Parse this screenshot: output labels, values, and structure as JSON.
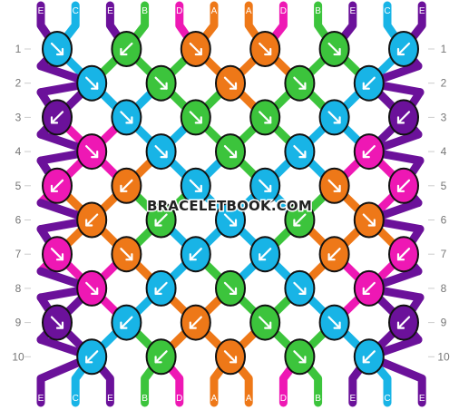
{
  "colors": {
    "E": "#6b119a",
    "C": "#18b4e6",
    "B": "#3cc43c",
    "D": "#ee18b4",
    "A": "#ee7818"
  },
  "strings_top": [
    "E",
    "C",
    "E",
    "B",
    "D",
    "A",
    "A",
    "D",
    "B",
    "E",
    "C",
    "E"
  ],
  "strings_bottom": [
    "E",
    "C",
    "E",
    "B",
    "D",
    "A",
    "A",
    "D",
    "B",
    "E",
    "C",
    "E"
  ],
  "row_labels": [
    "1",
    "2",
    "3",
    "4",
    "5",
    "6",
    "7",
    "8",
    "9",
    "10"
  ],
  "watermark": "BRACELETBOOK.COM",
  "knots": [
    [
      {
        "c": "C",
        "d": "se"
      },
      {
        "c": "B",
        "d": "sw"
      },
      {
        "c": "A",
        "d": "se"
      },
      {
        "c": "A",
        "d": "se"
      },
      {
        "c": "B",
        "d": "se"
      },
      {
        "c": "C",
        "d": "sw"
      }
    ],
    [
      {
        "c": "C",
        "d": "se"
      },
      {
        "c": "B",
        "d": "se"
      },
      {
        "c": "A",
        "d": "se"
      },
      {
        "c": "B",
        "d": "se"
      },
      {
        "c": "C",
        "d": "sw"
      }
    ],
    [
      {
        "c": "E",
        "d": "sw"
      },
      {
        "c": "C",
        "d": "se"
      },
      {
        "c": "B",
        "d": "se"
      },
      {
        "c": "B",
        "d": "se"
      },
      {
        "c": "C",
        "d": "se"
      },
      {
        "c": "E",
        "d": "sw"
      }
    ],
    [
      {
        "c": "D",
        "d": "se"
      },
      {
        "c": "C",
        "d": "se"
      },
      {
        "c": "B",
        "d": "se"
      },
      {
        "c": "C",
        "d": "se"
      },
      {
        "c": "D",
        "d": "sw"
      }
    ],
    [
      {
        "c": "D",
        "d": "sw"
      },
      {
        "c": "A",
        "d": "sw"
      },
      {
        "c": "C",
        "d": "se"
      },
      {
        "c": "C",
        "d": "se"
      },
      {
        "c": "A",
        "d": "se"
      },
      {
        "c": "D",
        "d": "sw"
      }
    ],
    [
      {
        "c": "A",
        "d": "sw"
      },
      {
        "c": "B",
        "d": "sw"
      },
      {
        "c": "C",
        "d": "se"
      },
      {
        "c": "B",
        "d": "sw"
      },
      {
        "c": "A",
        "d": "se"
      }
    ],
    [
      {
        "c": "D",
        "d": "se"
      },
      {
        "c": "A",
        "d": "se"
      },
      {
        "c": "C",
        "d": "sw"
      },
      {
        "c": "C",
        "d": "sw"
      },
      {
        "c": "A",
        "d": "sw"
      },
      {
        "c": "D",
        "d": "sw"
      }
    ],
    [
      {
        "c": "D",
        "d": "se"
      },
      {
        "c": "C",
        "d": "sw"
      },
      {
        "c": "B",
        "d": "se"
      },
      {
        "c": "C",
        "d": "se"
      },
      {
        "c": "D",
        "d": "sw"
      }
    ],
    [
      {
        "c": "E",
        "d": "se"
      },
      {
        "c": "C",
        "d": "sw"
      },
      {
        "c": "A",
        "d": "sw"
      },
      {
        "c": "B",
        "d": "se"
      },
      {
        "c": "C",
        "d": "se"
      },
      {
        "c": "E",
        "d": "sw"
      }
    ],
    [
      {
        "c": "C",
        "d": "sw"
      },
      {
        "c": "B",
        "d": "sw"
      },
      {
        "c": "A",
        "d": "se"
      },
      {
        "c": "B",
        "d": "se"
      },
      {
        "c": "C",
        "d": "sw"
      }
    ]
  ]
}
